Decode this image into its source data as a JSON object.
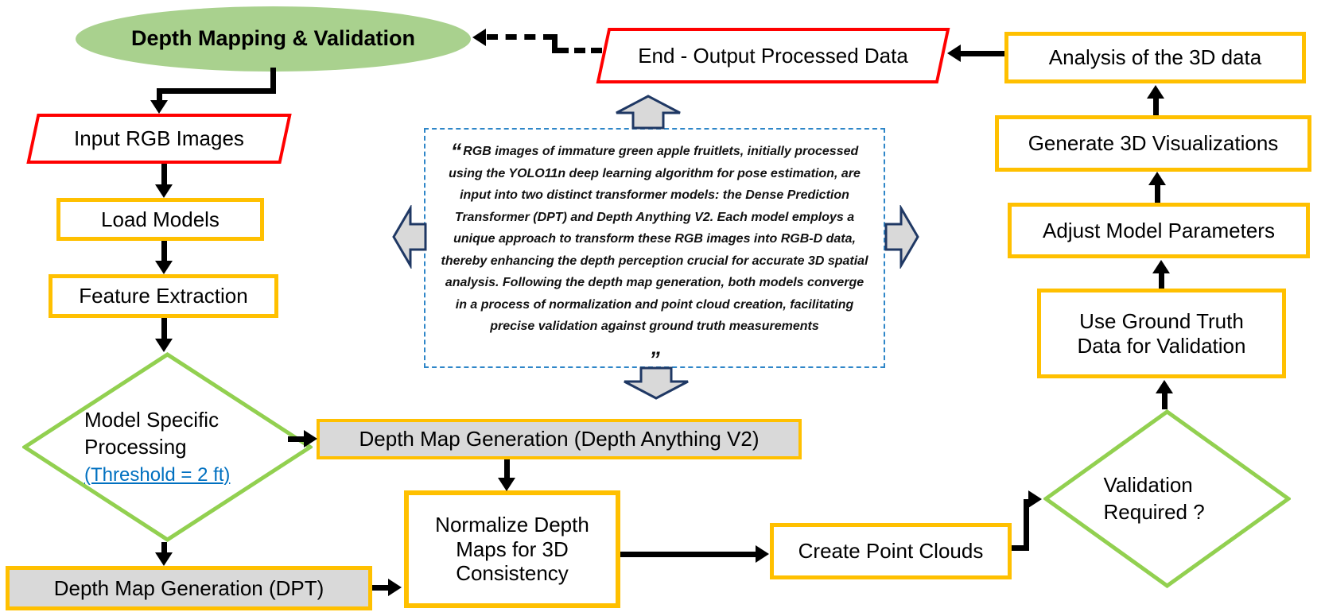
{
  "diagram_title": "Depth Mapping & Validation",
  "nodes": {
    "start": {
      "label": "Depth Mapping & Validation",
      "shape": "ellipse",
      "fill": "#A9D18E"
    },
    "input_rgb": {
      "label": "Input RGB Images",
      "shape": "parallelogram",
      "border": "#FF0000"
    },
    "load_models": {
      "label": "Load  Models",
      "shape": "rect",
      "border": "#FFC000"
    },
    "feature_extraction": {
      "label": "Feature Extraction",
      "shape": "rect",
      "border": "#FFC000"
    },
    "model_specific": {
      "label": "Model Specific Processing",
      "threshold": "(Threshold = 2 ft)",
      "shape": "diamond",
      "border": "#92D050"
    },
    "dpt": {
      "label": "Depth Map Generation (DPT)",
      "shape": "rect",
      "border": "#FFC000",
      "fill": "#D9D9D9"
    },
    "depth_anything": {
      "label": "Depth Map Generation (Depth Anything V2)",
      "shape": "rect",
      "border": "#FFC000",
      "fill": "#D9D9D9"
    },
    "normalize": {
      "label": "Normalize Depth Maps for 3D Consistency",
      "shape": "rect",
      "border": "#FFC000"
    },
    "create_point_clouds": {
      "label": "Create Point Clouds",
      "shape": "rect",
      "border": "#FFC000"
    },
    "validation_required": {
      "label": "Validation Required ?",
      "shape": "diamond",
      "border": "#92D050"
    },
    "ground_truth": {
      "label": "Use Ground Truth Data for Validation",
      "shape": "rect",
      "border": "#FFC000"
    },
    "adjust_params": {
      "label": "Adjust Model Parameters",
      "shape": "rect",
      "border": "#FFC000"
    },
    "generate_viz": {
      "label": "Generate 3D Visualizations",
      "shape": "rect",
      "border": "#FFC000"
    },
    "analysis": {
      "label": "Analysis of the 3D data",
      "shape": "rect",
      "border": "#FFC000"
    },
    "end": {
      "label": "End - Output Processed Data",
      "shape": "parallelogram",
      "border": "#FF0000"
    }
  },
  "quote": {
    "open": "“",
    "text": "RGB images of immature green apple fruitlets, initially processed using the YOLO11n deep learning algorithm for pose estimation, are input into two distinct transformer models: the Dense Prediction Transformer (DPT) and Depth Anything V2. Each model employs a unique approach to transform these RGB images into RGB-D data, thereby enhancing the depth perception crucial for accurate 3D spatial analysis. Following the depth map generation, both models converge in a process of normalization and point cloud creation, facilitating precise validation against ground truth measurements",
    "close": "”"
  },
  "colors": {
    "orange_border": "#FFC000",
    "red_border": "#FF0000",
    "ellipse_fill": "#A9D18E",
    "diamond_green": "#92D050",
    "gray_fill": "#D9D9D9",
    "block_arrow_border": "#1F3864",
    "dashed_box_blue": "#2E86C8",
    "threshold_blue": "#0070C0",
    "connector_black": "#000000"
  }
}
